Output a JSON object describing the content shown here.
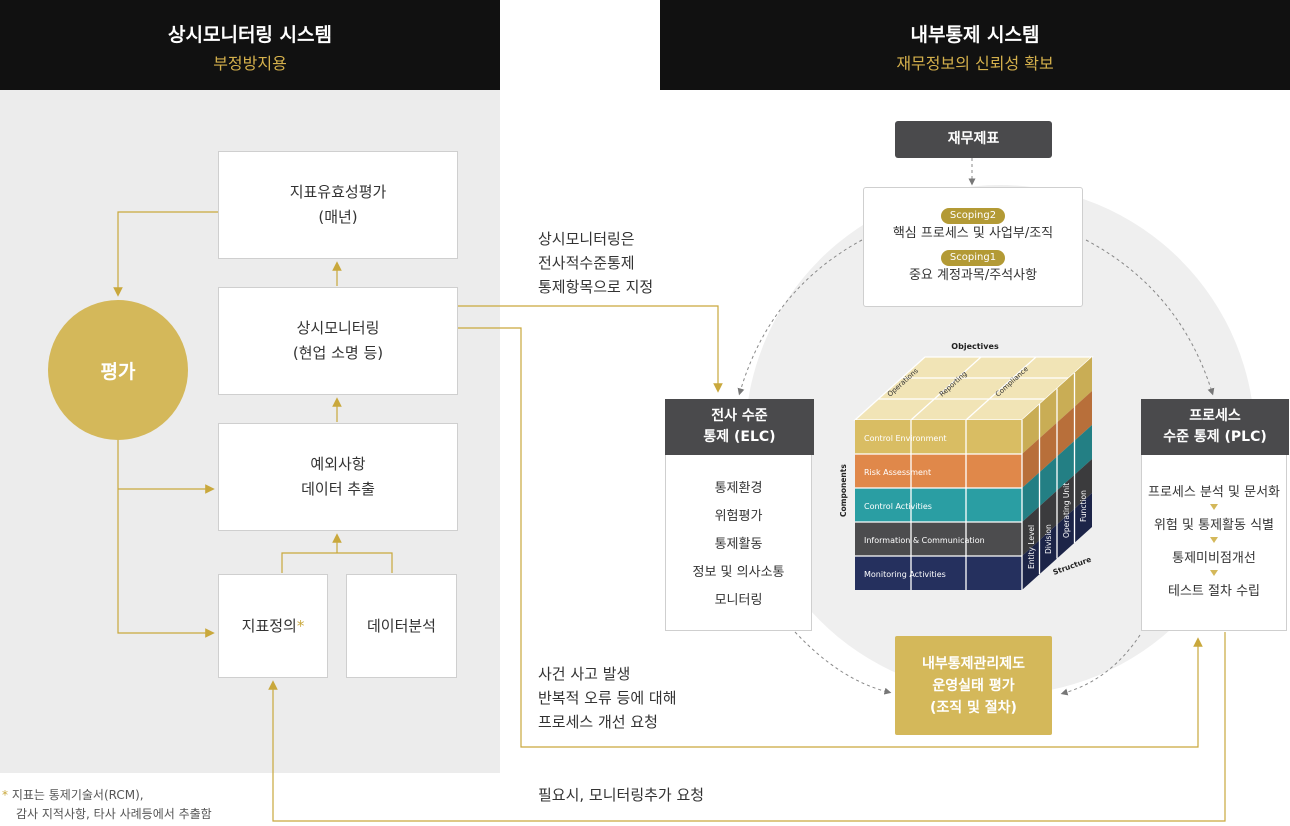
{
  "left_header": {
    "title": "상시모니터링 시스템",
    "subtitle": "부정방지용"
  },
  "right_header": {
    "title": "내부통제 시스템",
    "subtitle": "재무정보의 신뢰성 확보"
  },
  "left_flow": {
    "box_kpi_eval": [
      "지표유효성평가",
      "(매년)"
    ],
    "box_monitoring": [
      "상시모니터링",
      "(현업 소명 등)"
    ],
    "box_exception": [
      "예외사항",
      "데이터 추출"
    ],
    "box_kpi_def": "지표정의",
    "kpi_def_mark": "*",
    "box_data_analysis": "데이터분석",
    "eval_circle": "평가"
  },
  "footnote": {
    "mark": "*",
    "line1": "지표는 통제기술서(RCM),",
    "line2": "감사 지적사항, 타사 사례등에서 추출함"
  },
  "notes": {
    "monitoring_designate": [
      "상시모니터링은",
      "전사적수준통제",
      "통제항목으로 지정"
    ],
    "incident": [
      "사건 사고 발생",
      "반복적 오류 등에 대해",
      "프로세스 개선 요청"
    ],
    "additional_request": "필요시, 모니터링추가 요청"
  },
  "financial_statements": "재무제표",
  "scoping": {
    "scoping2_label": "Scoping2",
    "scoping2_text": "핵심 프로세스 및 사업부/조직",
    "scoping1_label": "Scoping1",
    "scoping1_text": "중요 계정과목/주석사항"
  },
  "elc": {
    "title": [
      "전사 수준",
      "통제 (ELC)"
    ],
    "items": [
      "통제환경",
      "위험평가",
      "통제활동",
      "정보 및 의사소통",
      "모니터링"
    ]
  },
  "plc": {
    "title": [
      "프로세스",
      "수준 통제 (PLC)"
    ],
    "items": [
      "프로세스 분석 및 문서화",
      "위험 및 통제활동 식별",
      "통제미비점개선",
      "테스트 절차 수립"
    ]
  },
  "evaluation": [
    "내부통제관리제도",
    "운영실태 평가",
    "(조직 및 절차)"
  ],
  "coso_cube": {
    "top_label": "Objectives",
    "objectives": [
      "Operations",
      "Reporting",
      "Compliance"
    ],
    "side_label": "Components",
    "components": [
      "Control Environment",
      "Risk Assessment",
      "Control Activities",
      "Information & Communication",
      "Monitoring Activities"
    ],
    "structure_label": "Structure",
    "structure": [
      "Entity Level",
      "Division",
      "Operating Unit",
      "Function"
    ]
  },
  "colors": {
    "gold": "#d4b85a",
    "dark": "#111111",
    "header_gray": "#4a4a4c",
    "comp": [
      "#d9bd63",
      "#e0884a",
      "#2a9ea3",
      "#4c4c4e",
      "#25305e"
    ]
  }
}
